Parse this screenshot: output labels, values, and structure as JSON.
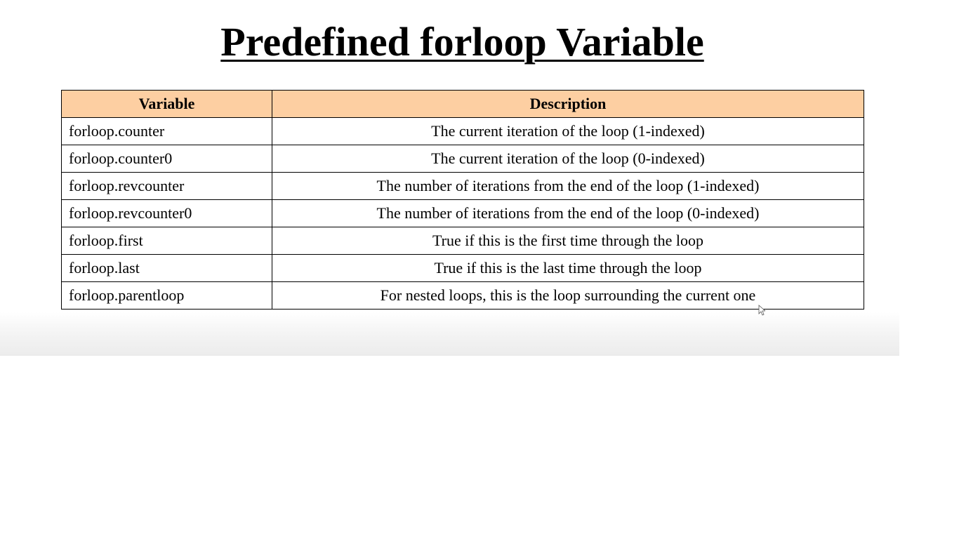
{
  "title": "Predefined forloop Variable",
  "table": {
    "headers": [
      "Variable",
      "Description"
    ],
    "rows": [
      {
        "variable": "forloop.counter",
        "description": "The current iteration of the loop (1-indexed)"
      },
      {
        "variable": "forloop.counter0",
        "description": "The current iteration of the loop (0-indexed)"
      },
      {
        "variable": "forloop.revcounter",
        "description": "The number of iterations from the end of the loop (1-indexed)"
      },
      {
        "variable": "forloop.revcounter0",
        "description": "The number of iterations from the end of the loop (0-indexed)"
      },
      {
        "variable": "forloop.first",
        "description": "True if this is the first time through the loop"
      },
      {
        "variable": "forloop.last",
        "description": "True if this is the last time through the loop"
      },
      {
        "variable": "forloop.parentloop",
        "description": "For nested loops, this is the loop surrounding the current one"
      }
    ]
  },
  "colors": {
    "header_background": "#fdcfa2",
    "border": "#000000",
    "text": "#000000"
  }
}
